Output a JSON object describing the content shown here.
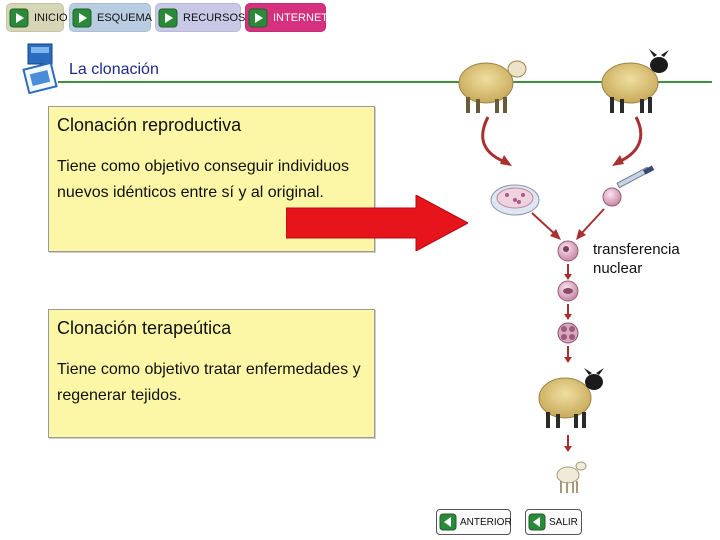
{
  "nav": {
    "tabs": [
      {
        "label": "INICIO"
      },
      {
        "label": "ESQUEMA"
      },
      {
        "label": "RECURSOS"
      },
      {
        "label": "INTERNET"
      }
    ]
  },
  "section": {
    "title": "La clonación"
  },
  "repro": {
    "heading": "Clonación reproductiva",
    "body": "Tiene como objetivo conseguir individuos nuevos idénticos entre sí y al original."
  },
  "tera": {
    "heading": "Clonación terapeútica",
    "body": "Tiene como objetivo tratar enfermedades  y regenerar tejidos."
  },
  "diagram": {
    "label": "transferencia nuclear"
  },
  "footer": {
    "anterior": "ANTERIOR",
    "salir": "SALIR"
  },
  "colors": {
    "title_blue": "#1c2b88",
    "title_line": "#3f8f3f",
    "box_fill": "#fbf7a6",
    "arrow_red": "#e8141b",
    "internet_tab": "#d5317e",
    "play_green": "#2a8a3a"
  },
  "icons": [
    "play-icon",
    "presentation-icon",
    "sheep-icon",
    "petri-dish-icon",
    "syringe-icon",
    "cell-icon",
    "embryo-icon",
    "lamb-icon",
    "back-icon"
  ]
}
